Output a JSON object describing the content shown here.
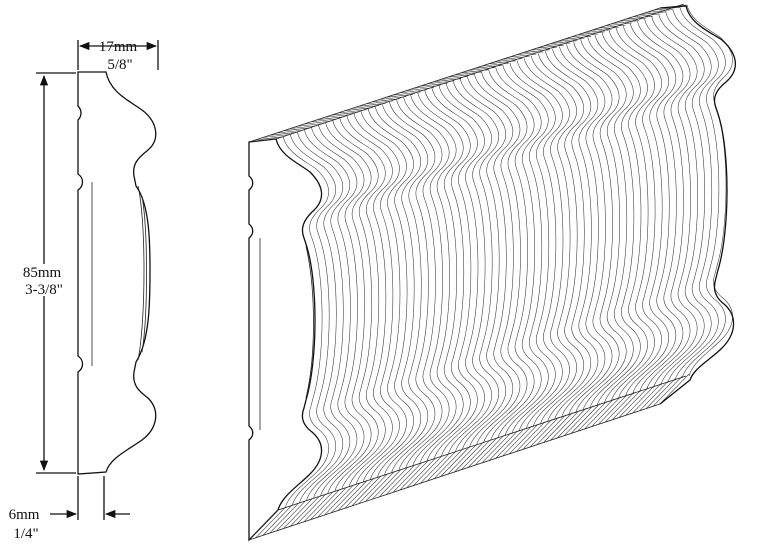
{
  "dimensions": {
    "width": {
      "metric": "17mm",
      "imperial": "5/8\""
    },
    "height": {
      "metric": "85mm",
      "imperial": "3-3/8\""
    },
    "depth": {
      "metric": "6mm",
      "imperial": "1/4\""
    }
  },
  "colors": {
    "line": "#111111",
    "background": "#ffffff"
  }
}
